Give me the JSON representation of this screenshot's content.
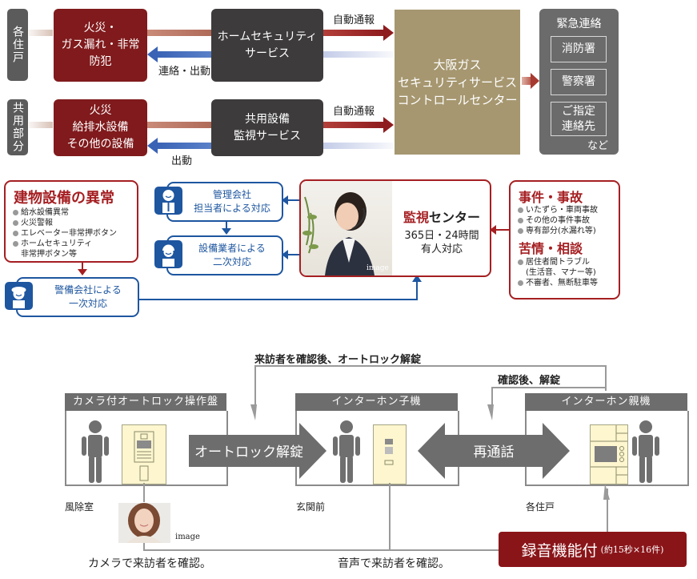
{
  "security_flow": {
    "rows": [
      {
        "side_label": "各住戸",
        "event_box": "火災・\nガス漏れ・非常\n防犯",
        "service_box": "ホームセキュリティ\nサービス",
        "return_label": "連絡・出動",
        "auto_report_label": "自動通報"
      },
      {
        "side_label": "共用部分",
        "event_box": "火災\n給排水設備\nその他の設備",
        "service_box": "共用設備\n監視サービス",
        "return_label": "出動",
        "auto_report_label": "自動通報"
      }
    ],
    "control_center": "大阪ガス\nセキュリティサービス\nコントロールセンター",
    "emergency": {
      "title": "緊急連絡",
      "items": [
        "消防署",
        "警察署",
        "ご指定\n連絡先"
      ],
      "footer": "など"
    }
  },
  "monitoring": {
    "building": {
      "title": "建物設備の異常",
      "items": [
        "給水設備異常",
        "火災警報",
        "エレベーター非常押ボタン",
        "ホームセキュリティ\n非常押ボタン等"
      ]
    },
    "responders": [
      {
        "icon": "manager-icon",
        "label": "管理会社\n担当者による対応"
      },
      {
        "icon": "worker-icon",
        "label": "設備業者による\n二次対応"
      },
      {
        "icon": "guard-icon",
        "label": "警備会社による\n一次対応"
      }
    ],
    "center": {
      "title_highlight": "監視",
      "title_rest": "センター",
      "hours": "365日・24時間",
      "staffed": "有人対応",
      "image_caption": "image"
    },
    "incidents": {
      "title1": "事件・事故",
      "items1": [
        "いたずら・車両事故",
        "その他の事件事故",
        "専有部分(水漏れ等)"
      ],
      "title2": "苦情・相談",
      "items2": [
        "居住者間トラブル\n(生活音、マナー等)",
        "不審者、無断駐車等"
      ]
    }
  },
  "intercom": {
    "top_label": "来訪者を確認後、オートロック解錠",
    "mid_label": "確認後、解錠",
    "units": [
      {
        "header": "カメラ付オートロック操作盤",
        "location": "風除室"
      },
      {
        "header": "インターホン子機",
        "location": "玄関前"
      },
      {
        "header": "インターホン親機",
        "location": "各住戸"
      }
    ],
    "arrow_unlock": "オートロック解錠",
    "arrow_recall": "再通話",
    "photo_caption": "image",
    "camera_note": "カメラで来訪者を確認。",
    "voice_note": "音声で来訪者を確認。",
    "recording": {
      "main": "録音機能付",
      "sub": "(約15秒×16件)"
    }
  },
  "colors": {
    "dark_red": "#801a1c",
    "charcoal": "#3d3b3b",
    "gold": "#a69770",
    "blue": "#1e56a0",
    "red_outline": "#a51f22"
  }
}
